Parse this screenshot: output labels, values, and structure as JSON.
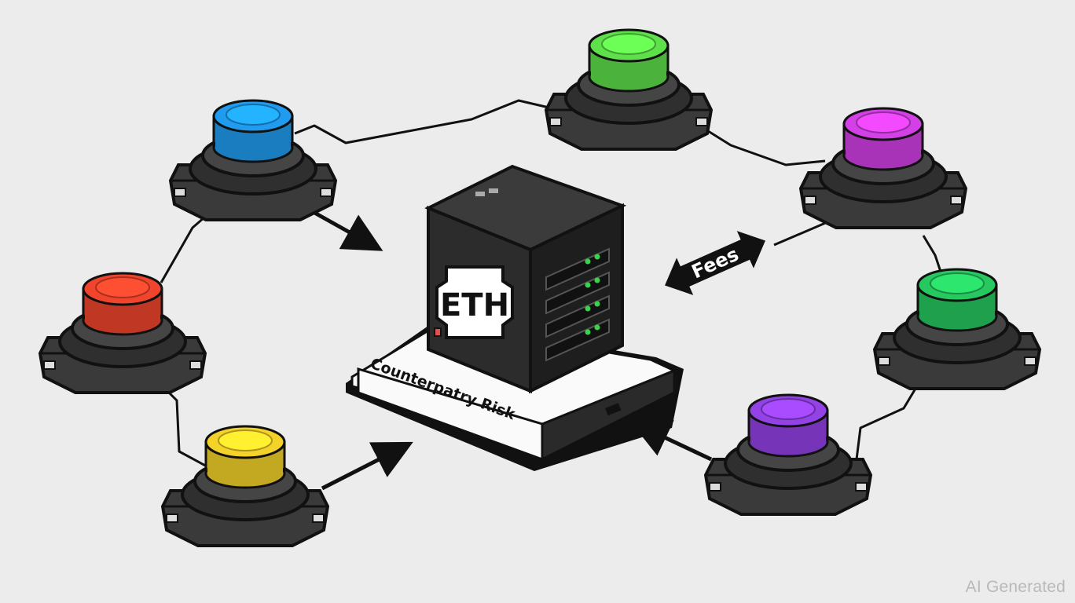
{
  "server": {
    "chip_label": "ETH",
    "platform_label": "Counterpatry Risk",
    "led_color": "#3ad24a"
  },
  "fees_arrow": {
    "label": "Fees"
  },
  "nodes": [
    {
      "id": "blue",
      "color": "#1f9cf0"
    },
    {
      "id": "green",
      "color": "#5ee04a"
    },
    {
      "id": "magenta",
      "color": "#d340e6"
    },
    {
      "id": "red",
      "color": "#f0452c"
    },
    {
      "id": "emerald",
      "color": "#27c860"
    },
    {
      "id": "yellow",
      "color": "#f4d22a"
    },
    {
      "id": "purple",
      "color": "#9342e6"
    }
  ],
  "watermark": "AI Generated"
}
